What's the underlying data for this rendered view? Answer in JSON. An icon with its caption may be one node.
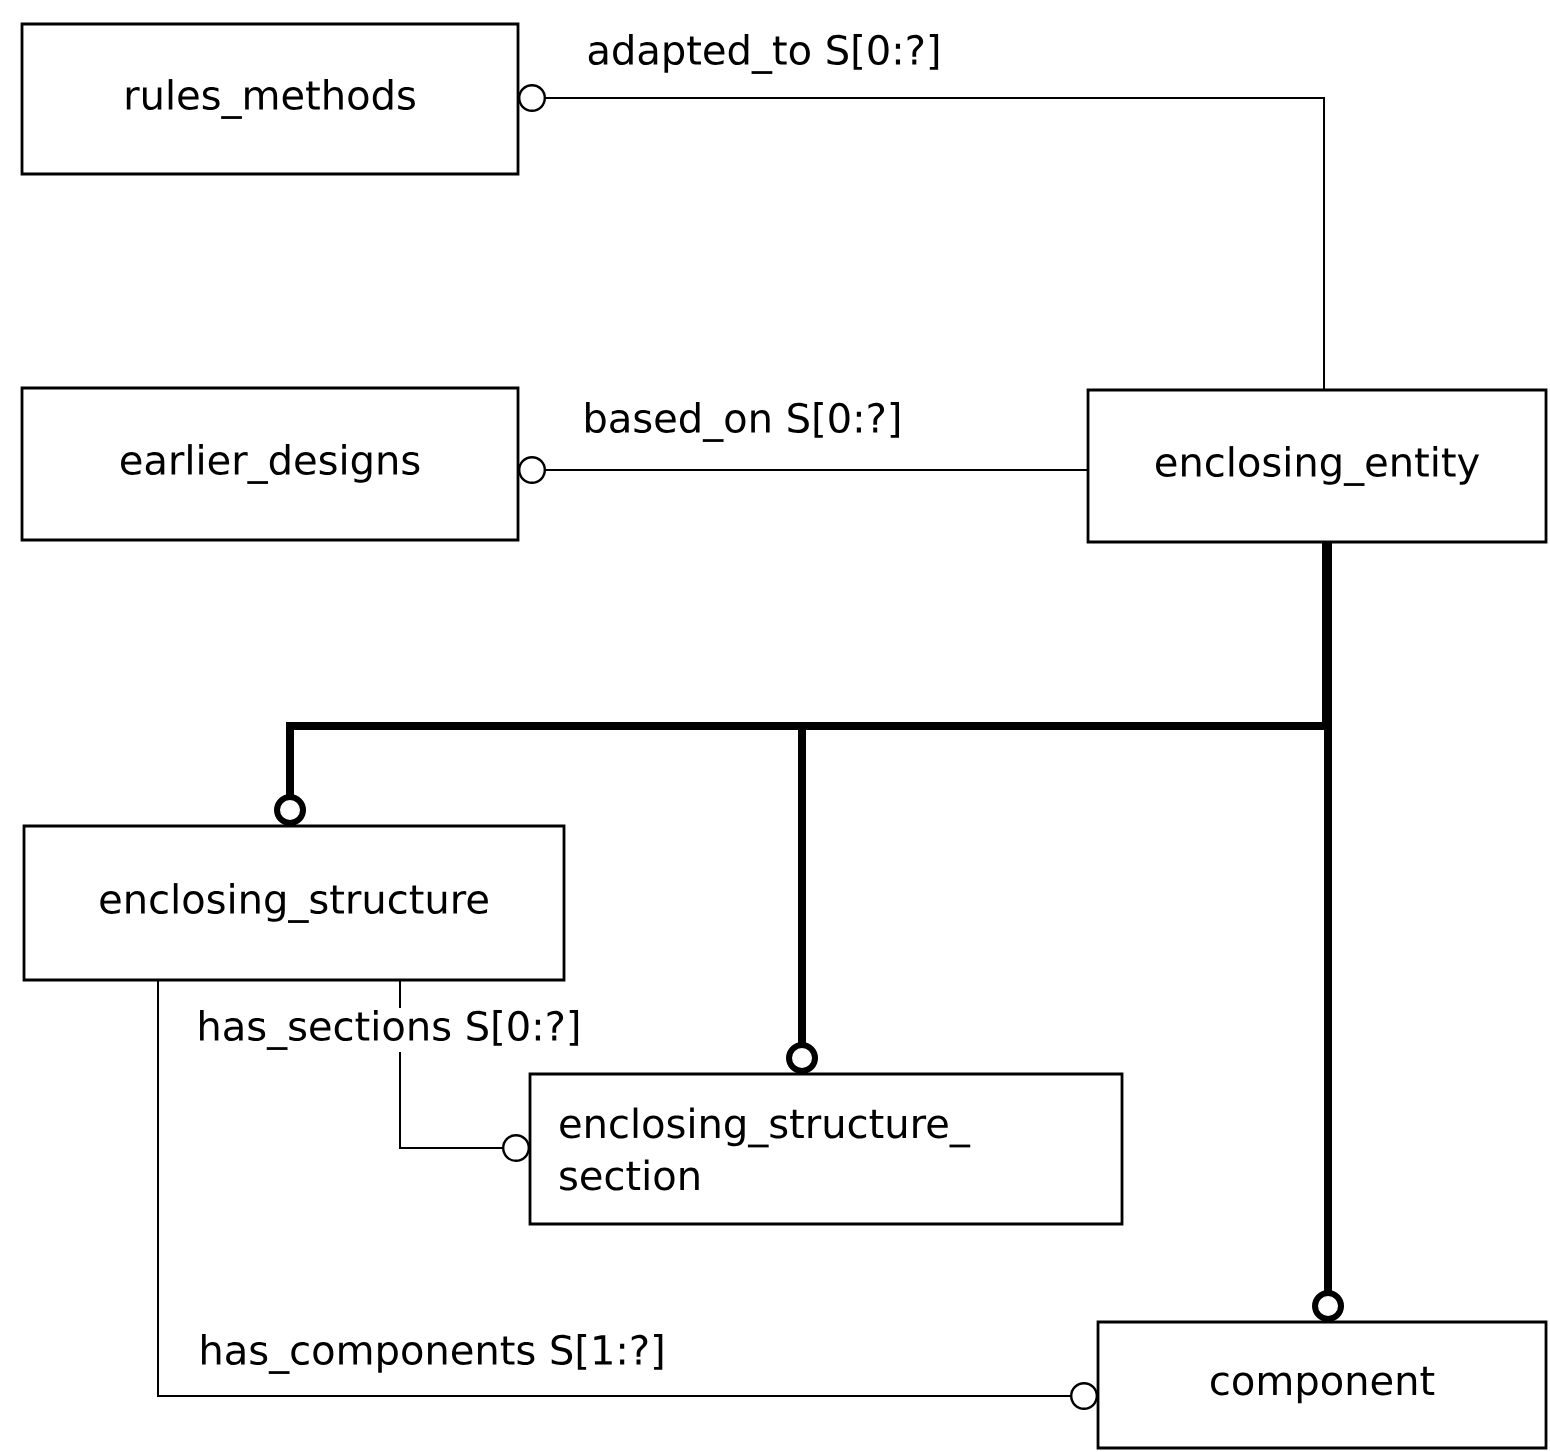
{
  "diagram": {
    "nodes": [
      {
        "text": [
          "rules_methods"
        ]
      },
      {
        "text": [
          "earlier_designs"
        ]
      },
      {
        "text": [
          "enclosing_entity"
        ]
      },
      {
        "text": [
          "enclosing_structure"
        ]
      },
      {
        "text": [
          "enclosing_structure_ section"
        ]
      },
      {
        "text": [
          "component"
        ]
      }
    ],
    "edges": [
      {
        "from": 2,
        "to": 0,
        "arrow": "other",
        "label": "adapted_to S[0:?]"
      },
      {
        "from": 2,
        "to": 1,
        "arrow": "other",
        "label": "based_on S[0:?]"
      },
      {
        "from": 2,
        "to": 3,
        "arrow": "other",
        "style": "thick"
      },
      {
        "from": 2,
        "to": 4,
        "arrow": "other",
        "style": "thick"
      },
      {
        "from": 2,
        "to": 5,
        "arrow": "other",
        "style": "thick"
      },
      {
        "from": 3,
        "to": 4,
        "arrow": "other",
        "label": "has_sections S[0:?]"
      },
      {
        "from": 3,
        "to": 5,
        "arrow": "other",
        "label": "has_components S[1:?]"
      }
    ]
  }
}
